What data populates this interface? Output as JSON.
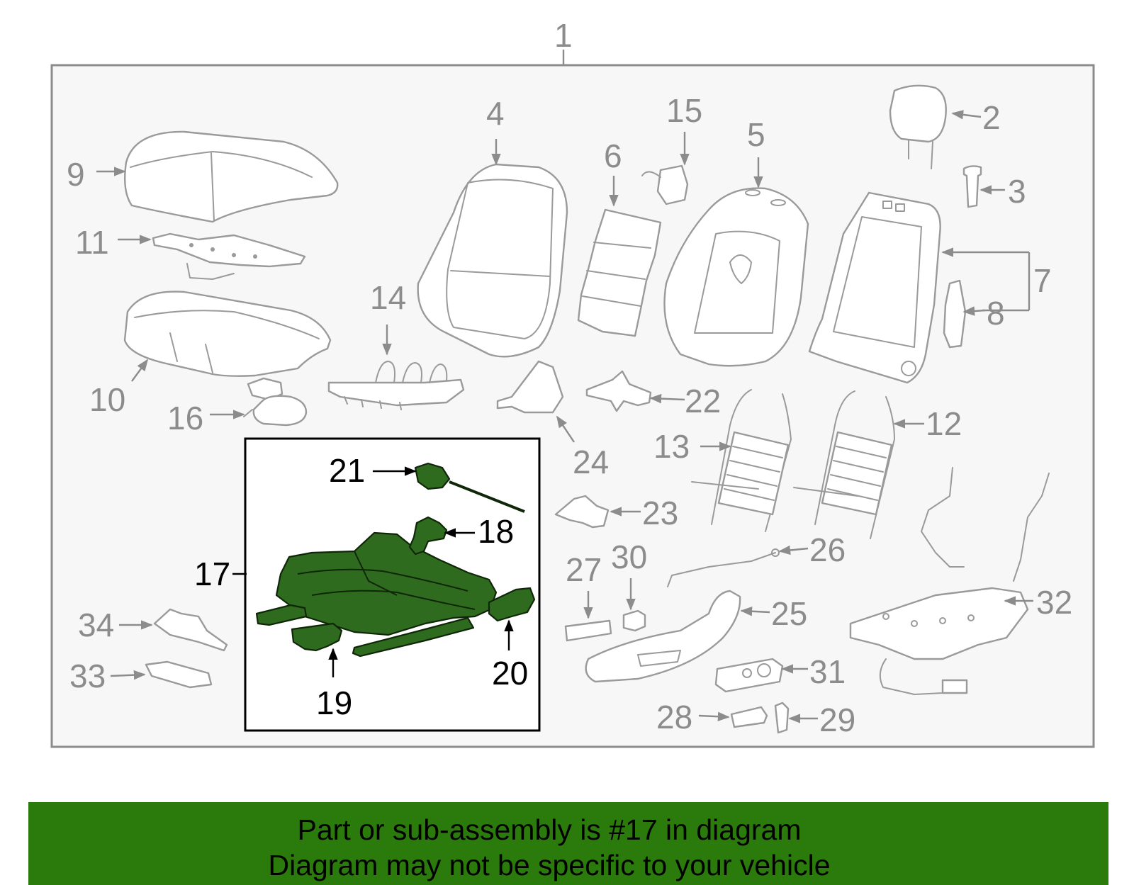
{
  "callouts": {
    "c1": "1",
    "c2": "2",
    "c3": "3",
    "c4": "4",
    "c5": "5",
    "c6": "6",
    "c7": "7",
    "c8": "8",
    "c9": "9",
    "c10": "10",
    "c11": "11",
    "c12": "12",
    "c13": "13",
    "c14": "14",
    "c15": "15",
    "c16": "16",
    "c17": "17",
    "c18": "18",
    "c19": "19",
    "c20": "20",
    "c21": "21",
    "c22": "22",
    "c23": "23",
    "c24": "24",
    "c25": "25",
    "c26": "26",
    "c27": "27",
    "c28": "28",
    "c29": "29",
    "c30": "30",
    "c31": "31",
    "c32": "32",
    "c33": "33",
    "c34": "34"
  },
  "highlighted_part": "17",
  "banner": {
    "line1": "Part or sub-assembly is #17 in diagram",
    "line2": "Diagram may not be specific to your vehicle"
  },
  "colors": {
    "highlight_fill": "#2f6b1e",
    "banner": "#2a7a0c",
    "panel_background": "#f7f7f7",
    "line_art": "#9a9a9a"
  }
}
